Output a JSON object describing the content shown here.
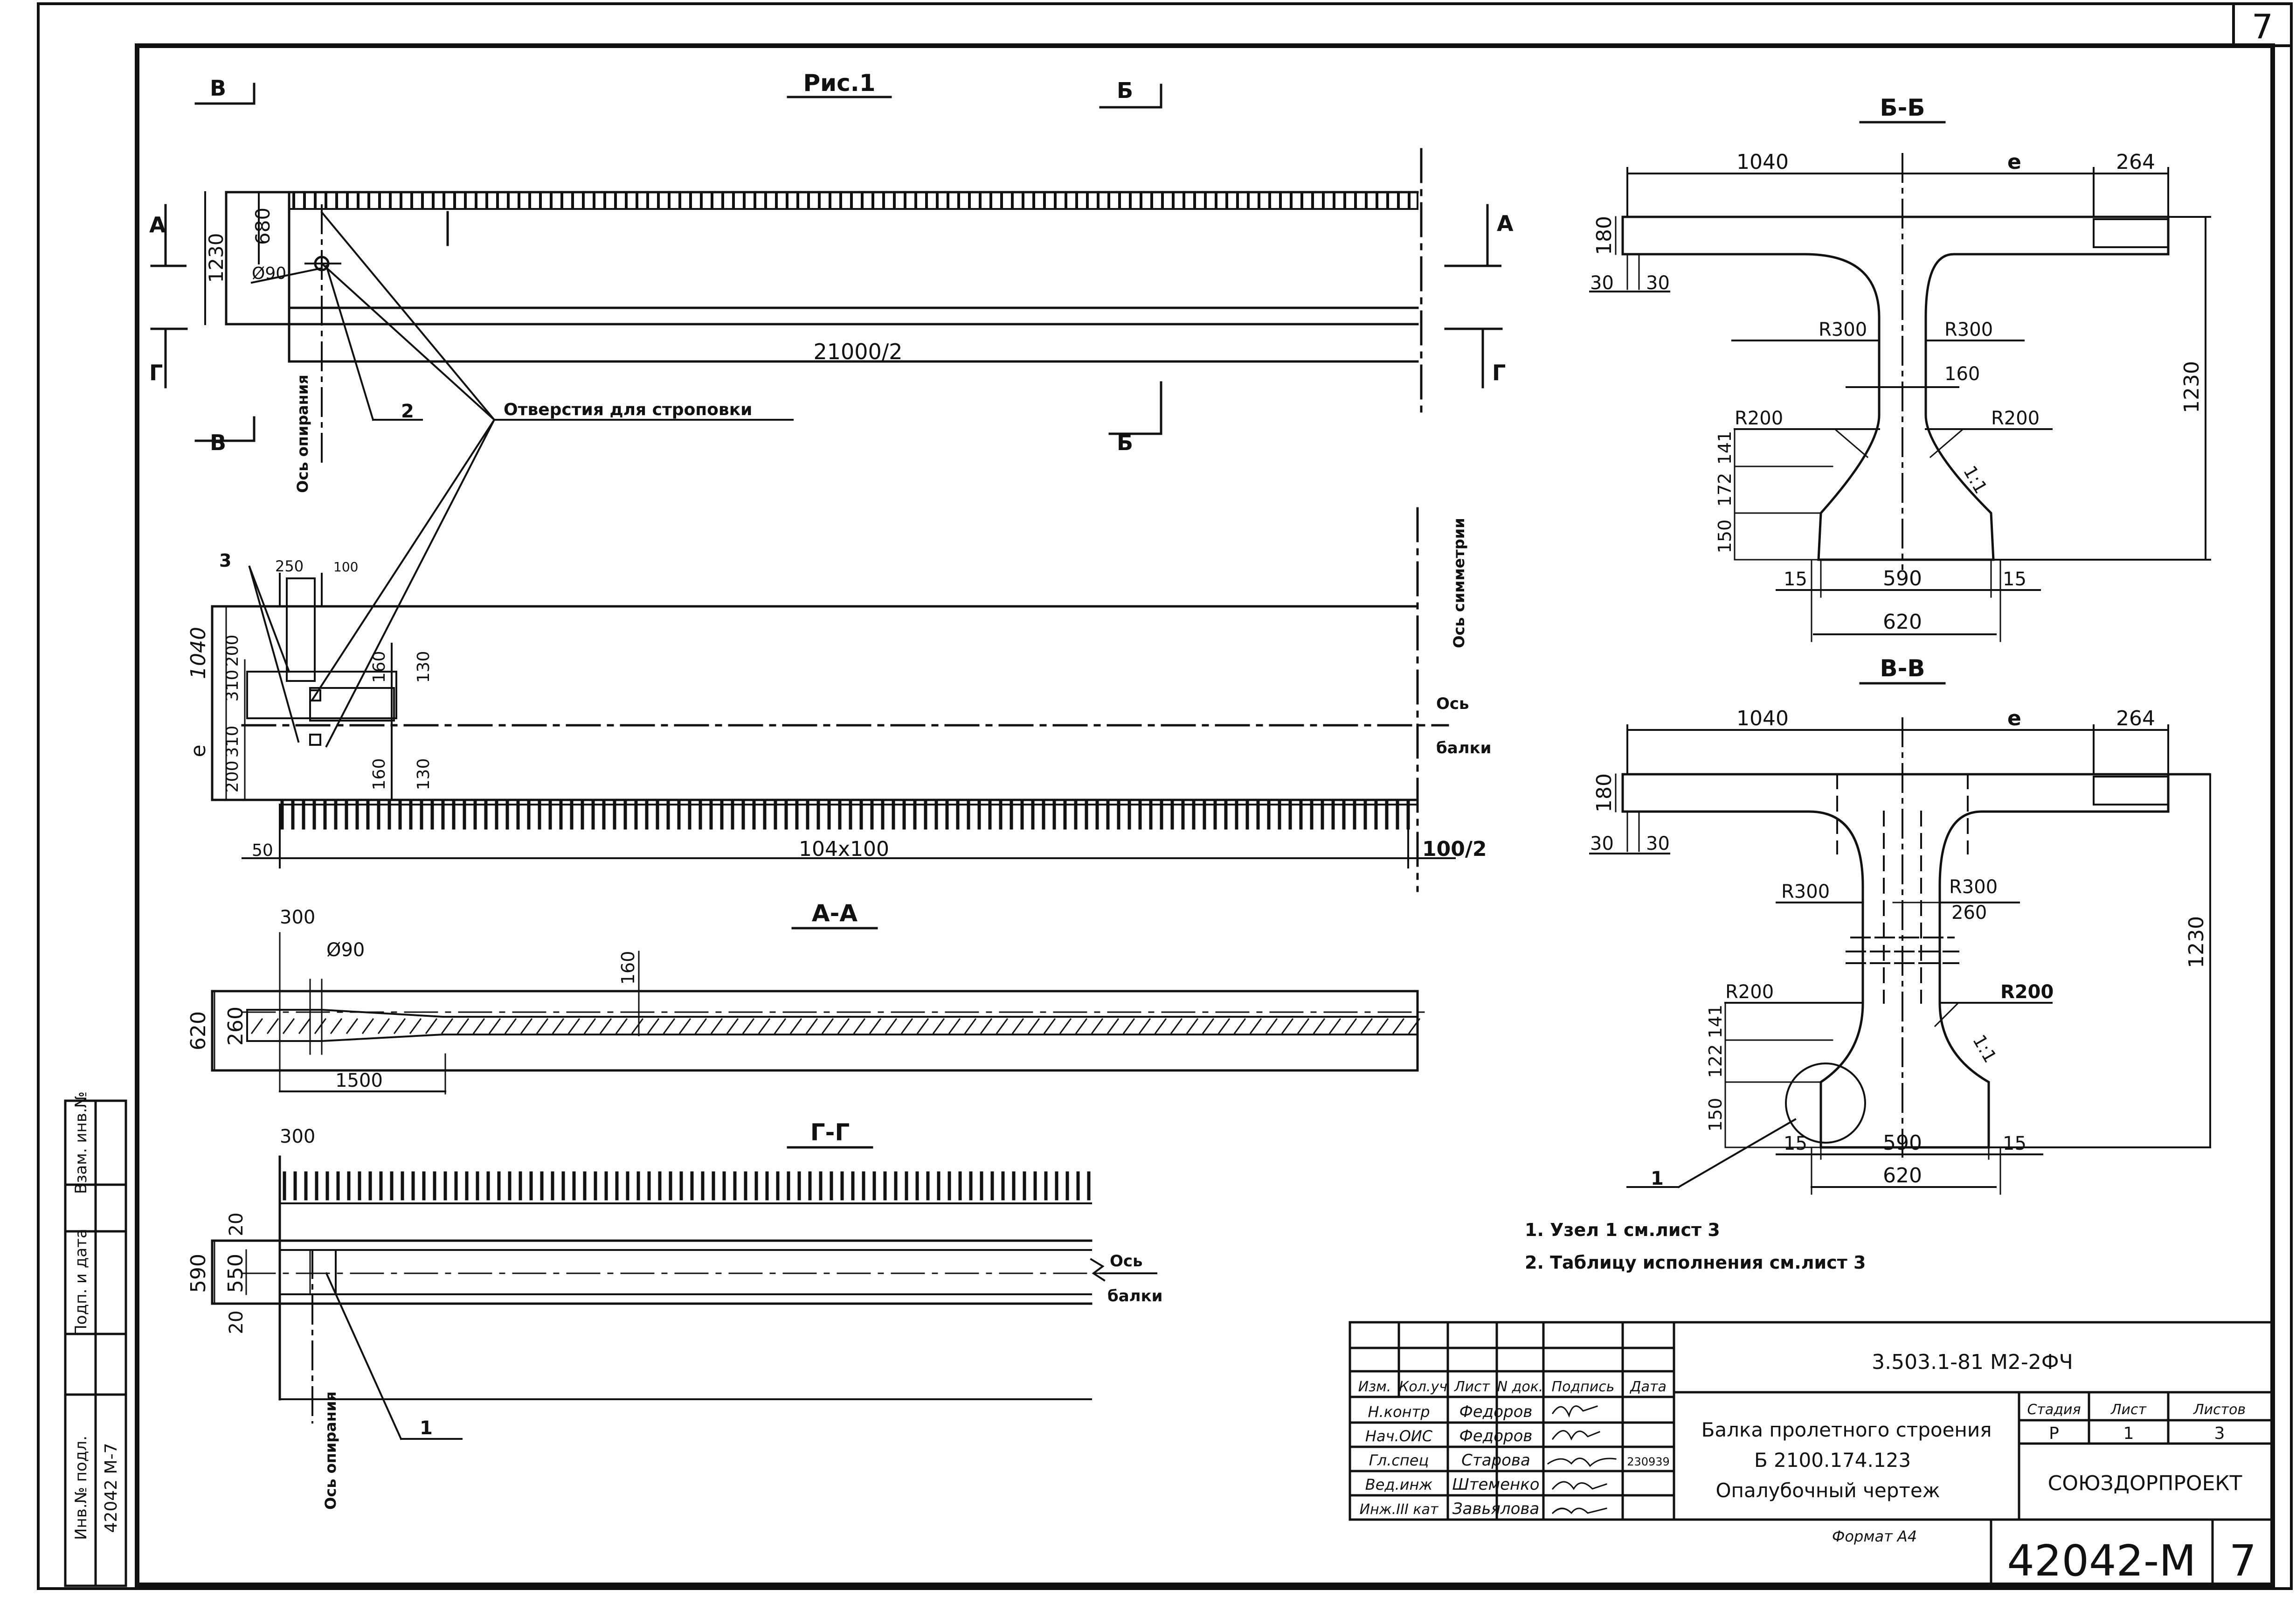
{
  "sheet_number_top": "7",
  "figure_title": "Рис.1",
  "section_markers": {
    "a": "А",
    "b": "Б",
    "v": "В",
    "g": "Г"
  },
  "elevation": {
    "dim_height": "1230",
    "dim_hole_level": "680",
    "dim_hole_dia": "Ø90",
    "dim_length": "21000/2",
    "callout_2": "2",
    "axis_support": "Ось опирания",
    "holes_label": "Отверстия для строповки"
  },
  "plan": {
    "callout_3": "3",
    "dim_250": "250",
    "dim_100": "100",
    "dim_1040": "1040",
    "dim_e": "е",
    "dims_left_upper": [
      "310",
      "200"
    ],
    "dims_left_lower": [
      "200",
      "310"
    ],
    "dim_160a": "160",
    "dim_130a": "130",
    "dim_160b": "160",
    "dim_130b": "130",
    "axis_symmetry": "Ось симметрии",
    "axis_beam": [
      "Ось",
      "балки"
    ],
    "dim_start": "50",
    "dim_spacing": "104x100",
    "dim_end": "100/2"
  },
  "section_aa": {
    "title": "А-А",
    "dim_300": "300",
    "dim_dia": "Ø90",
    "dim_160": "160",
    "dim_620": "620",
    "dim_260": "260",
    "dim_1500": "1500"
  },
  "section_gg": {
    "title": "Г-Г",
    "dim_300": "300",
    "dim_590": "590",
    "dim_550": "550",
    "dim_20a": "20",
    "dim_20b": "20",
    "axis_beam": [
      "Ось",
      "балки"
    ],
    "axis_support": "Ось опирания",
    "callout_1": "1"
  },
  "section_bb": {
    "title": "Б-Б",
    "dim_1040": "1040",
    "dim_e": "е",
    "dim_264": "264",
    "dim_180": "180",
    "dim_30a": "30",
    "dim_30b": "30",
    "r300_left": "R300",
    "r300_right": "R300",
    "dim_160": "160",
    "r200_left": "R200",
    "r200_right": "R200",
    "dims_left": [
      "141",
      "172",
      "150"
    ],
    "slope": "1:1",
    "dim_15a": "15",
    "dim_590": "590",
    "dim_15b": "15",
    "dim_620": "620",
    "dim_1230": "1230"
  },
  "section_vv": {
    "title": "В-В",
    "dim_1040": "1040",
    "dim_e": "е",
    "dim_264": "264",
    "dim_180": "180",
    "dim_30a": "30",
    "dim_30b": "30",
    "r300_left": "R300",
    "r300_right": "R300",
    "dim_260": "260",
    "r200_left": "R200",
    "r200_right": "R200",
    "dims_left": [
      "141",
      "122",
      "150"
    ],
    "slope": "1:1",
    "dim_15a": "15",
    "dim_590": "590",
    "dim_15b": "15",
    "dim_620": "620",
    "dim_1230": "1230",
    "callout_1": "1"
  },
  "notes": [
    "1. Узел 1 см.лист 3",
    "2. Таблицу исполнения см.лист 3"
  ],
  "left_strip": {
    "cells": [
      "Инв.№ подл.",
      "Подп. и дата",
      "Взам. инв.№"
    ],
    "value": "42042 М-7"
  },
  "title_block": {
    "doc_code": "3.503.1-81 М2-2ФЧ",
    "header": [
      "Изм.",
      "Кол.уч",
      "Лист",
      "N док.",
      "Подпись",
      "Дата"
    ],
    "roles": [
      {
        "role": "Н.контр",
        "name": "Федоров",
        "date": ""
      },
      {
        "role": "Нач.ОИС",
        "name": "Федоров",
        "date": ""
      },
      {
        "role": "Гл.спец",
        "name": "Старова",
        "date": "230939"
      },
      {
        "role": "Вед.инж",
        "name": "Штеменко",
        "date": ""
      },
      {
        "role": "Инж.III кат",
        "name": "Завьялова",
        "date": ""
      }
    ],
    "description": [
      "Балка пролетного строения",
      "Б 2100.174.123",
      "Опалубочный чертеж"
    ],
    "stage_label": "Стадия",
    "sheet_label": "Лист",
    "sheets_label": "Листов",
    "stage_value": "Р",
    "sheet_value": "1",
    "sheets_value": "3",
    "org": "СОЮЗДОРПРОЕКТ",
    "format": "Формат А4",
    "archive_number": "42042-М",
    "sheet_number": "7"
  },
  "colors": {
    "ink": "#111111",
    "paper": "#ffffff"
  }
}
